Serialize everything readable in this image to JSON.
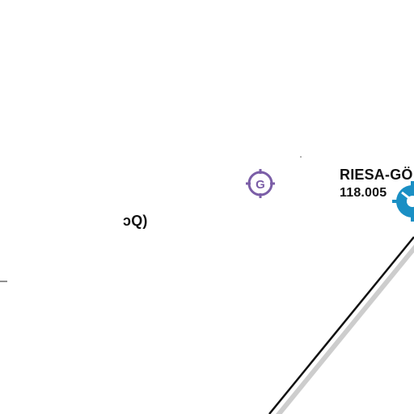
{
  "map": {
    "background_color": "#ffffff",
    "route_line_color": "#111111",
    "route_shadow_color": "#c8c8c8",
    "waypoint": {
      "icon": "gnss-waypoint-icon",
      "letter": "G",
      "color": "#7b5ea7"
    },
    "station": {
      "icon": "vor-dme-icon",
      "color": "#1a8fc4",
      "name": "RIESA-GÖ",
      "frequency": "118.005"
    },
    "partial_label": "ɔQ)"
  }
}
